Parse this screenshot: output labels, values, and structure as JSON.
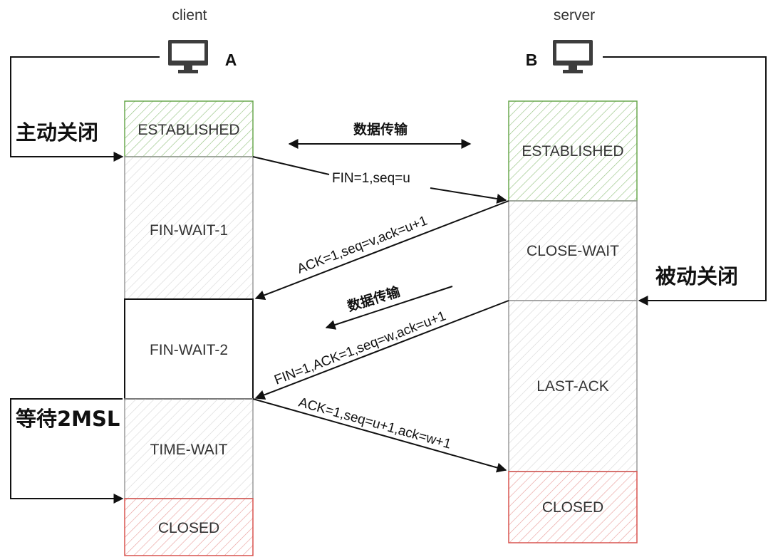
{
  "hosts": {
    "client": {
      "role": "client",
      "letter": "A"
    },
    "server": {
      "role": "server",
      "letter": "B"
    }
  },
  "client_states": [
    "ESTABLISHED",
    "FIN-WAIT-1",
    "FIN-WAIT-2",
    "TIME-WAIT",
    "CLOSED"
  ],
  "server_states": [
    "ESTABLISHED",
    "CLOSE-WAIT",
    "LAST-ACK",
    "CLOSED"
  ],
  "labels": {
    "active_close": "主动关闭",
    "passive_close": "被动关闭",
    "wait_2msl": "等待2MSL",
    "data_transfer_top": "数据传输",
    "data_transfer_mid": "数据传输"
  },
  "messages": {
    "fin1": "FIN=1,seq=u",
    "ack1": "ACK=1,seq=v,ack=u+1",
    "fin2": "FIN=1,ACK=1,seq=w,ack=u+1",
    "ack2": "ACK=1,seq=u+1,ack=w+1"
  },
  "colors": {
    "established_border": "#6aa84f",
    "closed_border": "#d9534f",
    "neutral_border": "#9a9a9a",
    "strong_border": "#111111"
  },
  "icons": [
    "monitor-icon"
  ]
}
